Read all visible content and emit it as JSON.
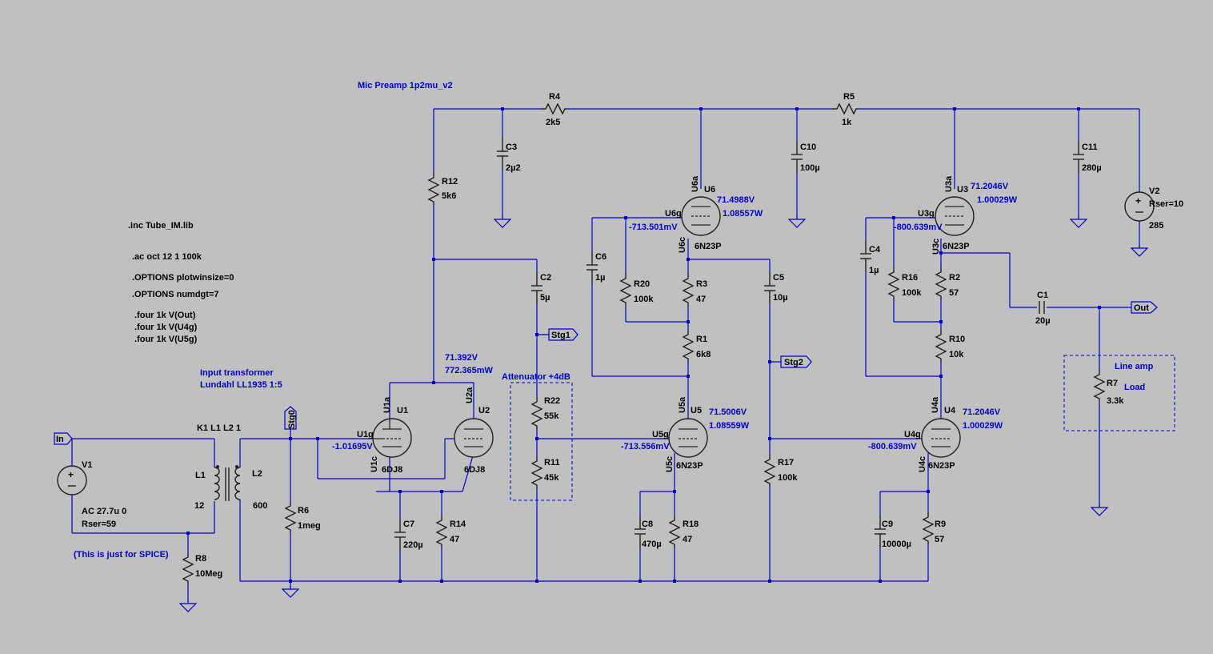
{
  "window": {
    "title": "Mic Preamp 1p2mu_v2"
  },
  "colors": {
    "background": "#c0c0c0",
    "wire": "#0000cc",
    "component": "#202020",
    "text": "#000000",
    "annotation": "#0000cc"
  },
  "directives": {
    "inc": ".inc Tube_IM.lib",
    "ac": ".ac oct 12 1 100k",
    "opt1": ".OPTIONS plotwinsize=0",
    "opt2": ".OPTIONS numdgt=7",
    "four1": ".four 1k V(Out)",
    "four2": ".four 1k V(U4g)",
    "four3": ".four 1k V(U5g)"
  },
  "notes": {
    "input_tf1": "Input transformer",
    "input_tf2": "Lundahl LL1935 1:5",
    "spice": "(This is just for SPICE)",
    "attenuator": "Attenuator +4dB",
    "line_amp1": "Line amp",
    "line_amp2": "Load"
  },
  "coupling": "K1 L1 L2 1",
  "labels": {
    "in": "In",
    "out": "Out",
    "stg0": "Stg0",
    "stg1": "Stg1",
    "stg2": "Stg2"
  },
  "components": {
    "R4": {
      "name": "R4",
      "value": "2k5"
    },
    "R5": {
      "name": "R5",
      "value": "1k"
    },
    "R12": {
      "name": "R12",
      "value": "5k6"
    },
    "C3": {
      "name": "C3",
      "value": "2µ2"
    },
    "C10": {
      "name": "C10",
      "value": "100µ"
    },
    "C11": {
      "name": "C11",
      "value": "280µ"
    },
    "V2": {
      "name": "V2",
      "value": "Rser=10",
      "value2": "285"
    },
    "C2": {
      "name": "C2",
      "value": "5µ"
    },
    "C6": {
      "name": "C6",
      "value": "1µ"
    },
    "R20": {
      "name": "R20",
      "value": "100k"
    },
    "R3": {
      "name": "R3",
      "value": "47"
    },
    "R1": {
      "name": "R1",
      "value": "6k8"
    },
    "C5": {
      "name": "C5",
      "value": "10µ"
    },
    "C4": {
      "name": "C4",
      "value": "1µ"
    },
    "R16": {
      "name": "R16",
      "value": "100k"
    },
    "R2": {
      "name": "R2",
      "value": "57"
    },
    "R10": {
      "name": "R10",
      "value": "10k"
    },
    "C1": {
      "name": "C1",
      "value": "20µ"
    },
    "R7": {
      "name": "R7",
      "value": "3.3k"
    },
    "R22": {
      "name": "R22",
      "value": "55k"
    },
    "R11": {
      "name": "R11",
      "value": "45k"
    },
    "R17": {
      "name": "R17",
      "value": "100k"
    },
    "V1": {
      "name": "V1",
      "value": "AC 27.7u 0",
      "value2": "Rser=59"
    },
    "L1": {
      "name": "L1",
      "value": "12"
    },
    "L2": {
      "name": "L2",
      "value": "600"
    },
    "R6": {
      "name": "R6",
      "value": "1meg"
    },
    "R8": {
      "name": "R8",
      "value": "10Meg"
    },
    "C7": {
      "name": "C7",
      "value": "220µ"
    },
    "R14": {
      "name": "R14",
      "value": "47"
    },
    "C8": {
      "name": "C8",
      "value": "470µ"
    },
    "R18": {
      "name": "R18",
      "value": "47"
    },
    "C9": {
      "name": "C9",
      "value": "10000µ"
    },
    "R9": {
      "name": "R9",
      "value": "57"
    }
  },
  "tubes": {
    "U1": {
      "name": "U1",
      "pin_a": "U1a",
      "pin_g": "U1g",
      "pin_c": "U1c",
      "model": "6DJ8"
    },
    "U2": {
      "name": "U2",
      "pin_a": "U2a",
      "model": "6DJ8"
    },
    "U6": {
      "name": "U6",
      "pin_a": "U6a",
      "pin_g": "U6g",
      "pin_c": "U6c",
      "model": "6N23P"
    },
    "U5": {
      "name": "U5",
      "pin_a": "U5a",
      "pin_g": "U5g",
      "pin_c": "U5c",
      "model": "6N23P"
    },
    "U3": {
      "name": "U3",
      "pin_a": "U3a",
      "pin_g": "U3g",
      "pin_c": "U3c",
      "model": "6N23P"
    },
    "U4": {
      "name": "U4",
      "pin_a": "U4a",
      "pin_g": "U4g",
      "pin_c": "U4c",
      "model": "6N23P"
    }
  },
  "measurements": {
    "u1_v": "71.392V",
    "u1_p": "772.365mW",
    "u1g": "-1.01695V",
    "u6_v": "71.4988V",
    "u6_p": "1.08557W",
    "u6g": "-713.501mV",
    "u5_v": "71.5006V",
    "u5_p": "1.08559W",
    "u5g": "-713.556mV",
    "u3_v": "71.2046V",
    "u3_p": "1.00029W",
    "u3g": "-800.639mV",
    "u4_v": "71.2046V",
    "u4_p": "1.00029W",
    "u4g": "-800.639mV"
  }
}
